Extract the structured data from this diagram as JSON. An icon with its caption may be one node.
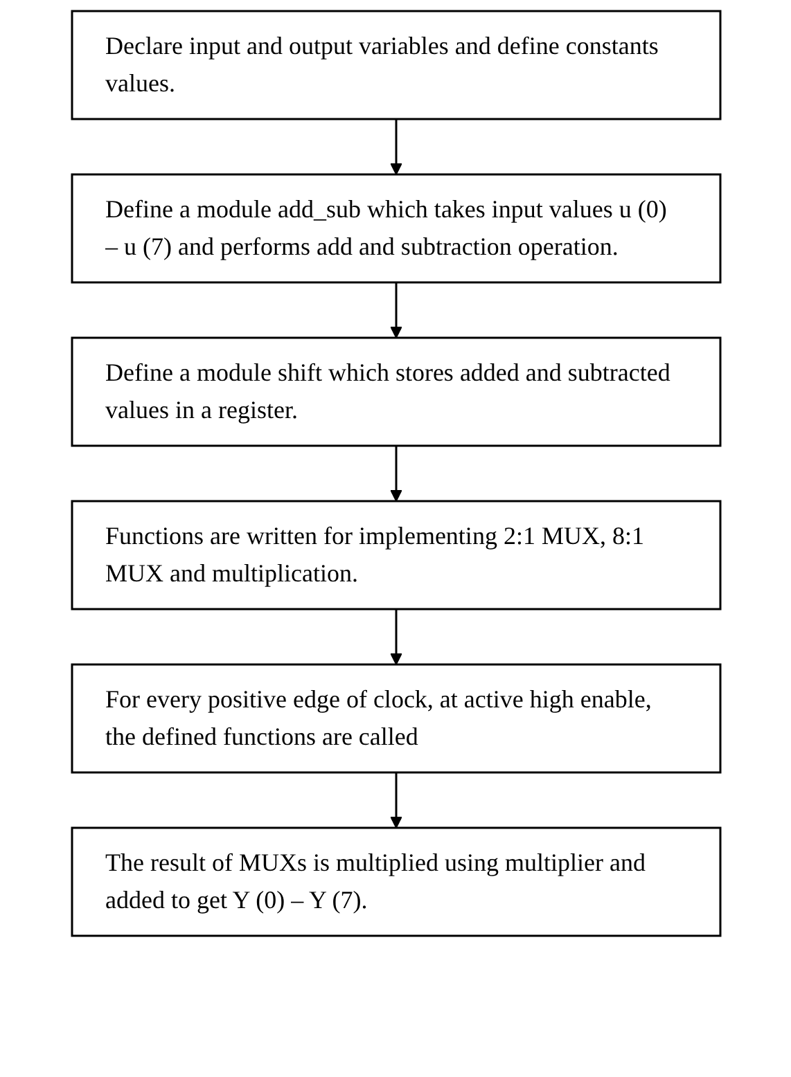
{
  "diagram": {
    "nodes": [
      {
        "text": [
          "Declare input and output variables and define constants values."
        ]
      },
      {
        "text": [
          "Define a module add_sub which takes input values u (0) – u (7) and performs add and subtraction operation."
        ]
      },
      {
        "text": [
          "Define a module shift which stores added and subtracted values in a register."
        ]
      },
      {
        "text": [
          "Functions are written for implementing 2:1 MUX, 8:1 MUX and multiplication."
        ]
      },
      {
        "text": [
          "For every positive edge of clock, at active high enable, the defined functions are called"
        ]
      },
      {
        "text": [
          "The result of MUXs is multiplied using multiplier and added to get Y (0) – Y (7)."
        ]
      }
    ],
    "edges": [
      {
        "from": 0,
        "to": 1,
        "arrow": "to"
      },
      {
        "from": 1,
        "to": 2,
        "arrow": "to"
      },
      {
        "from": 2,
        "to": 3,
        "arrow": "to"
      },
      {
        "from": 3,
        "to": 4,
        "arrow": "to"
      },
      {
        "from": 4,
        "to": 5,
        "arrow": "to"
      }
    ]
  }
}
